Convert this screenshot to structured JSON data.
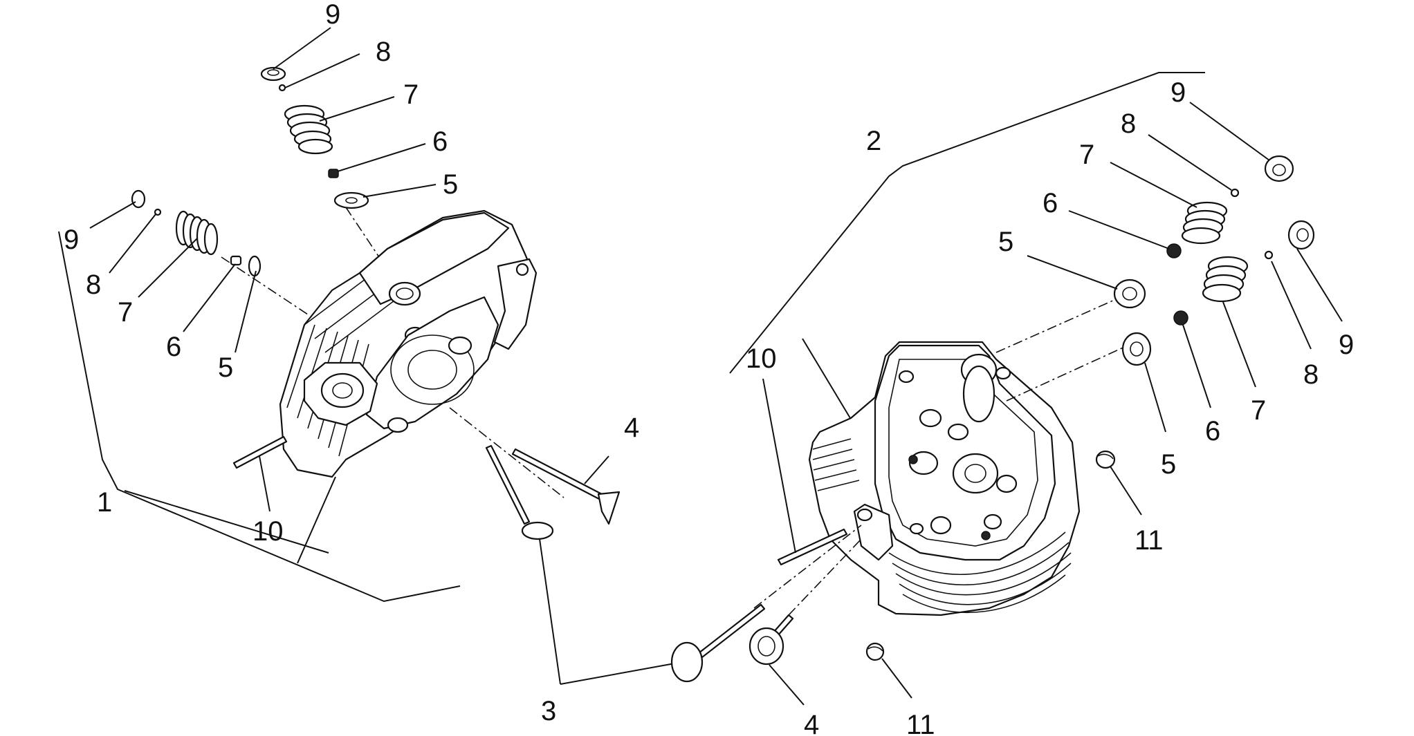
{
  "labels": {
    "left_assembly": "1",
    "right_assembly": "2",
    "intake_valve": "3",
    "left_exhaust_valve": "4",
    "right_valve_4": "4",
    "left_top_5": "5",
    "left_top_6": "6",
    "left_top_7": "7",
    "left_top_8": "8",
    "left_top_9": "9",
    "left_side_5": "5",
    "left_side_6": "6",
    "left_side_7": "7",
    "left_side_8": "8",
    "left_side_9": "9",
    "left_stud_10": "10",
    "right_upper_5": "5",
    "right_upper_6": "6",
    "right_upper_7": "7",
    "right_upper_8": "8",
    "right_upper_9": "9",
    "right_lower_5": "5",
    "right_lower_6": "6",
    "right_lower_7": "7",
    "right_lower_8": "8",
    "right_lower_9": "9",
    "right_stud_10": "10",
    "dowel_upper_11": "11",
    "dowel_lower_11": "11"
  }
}
